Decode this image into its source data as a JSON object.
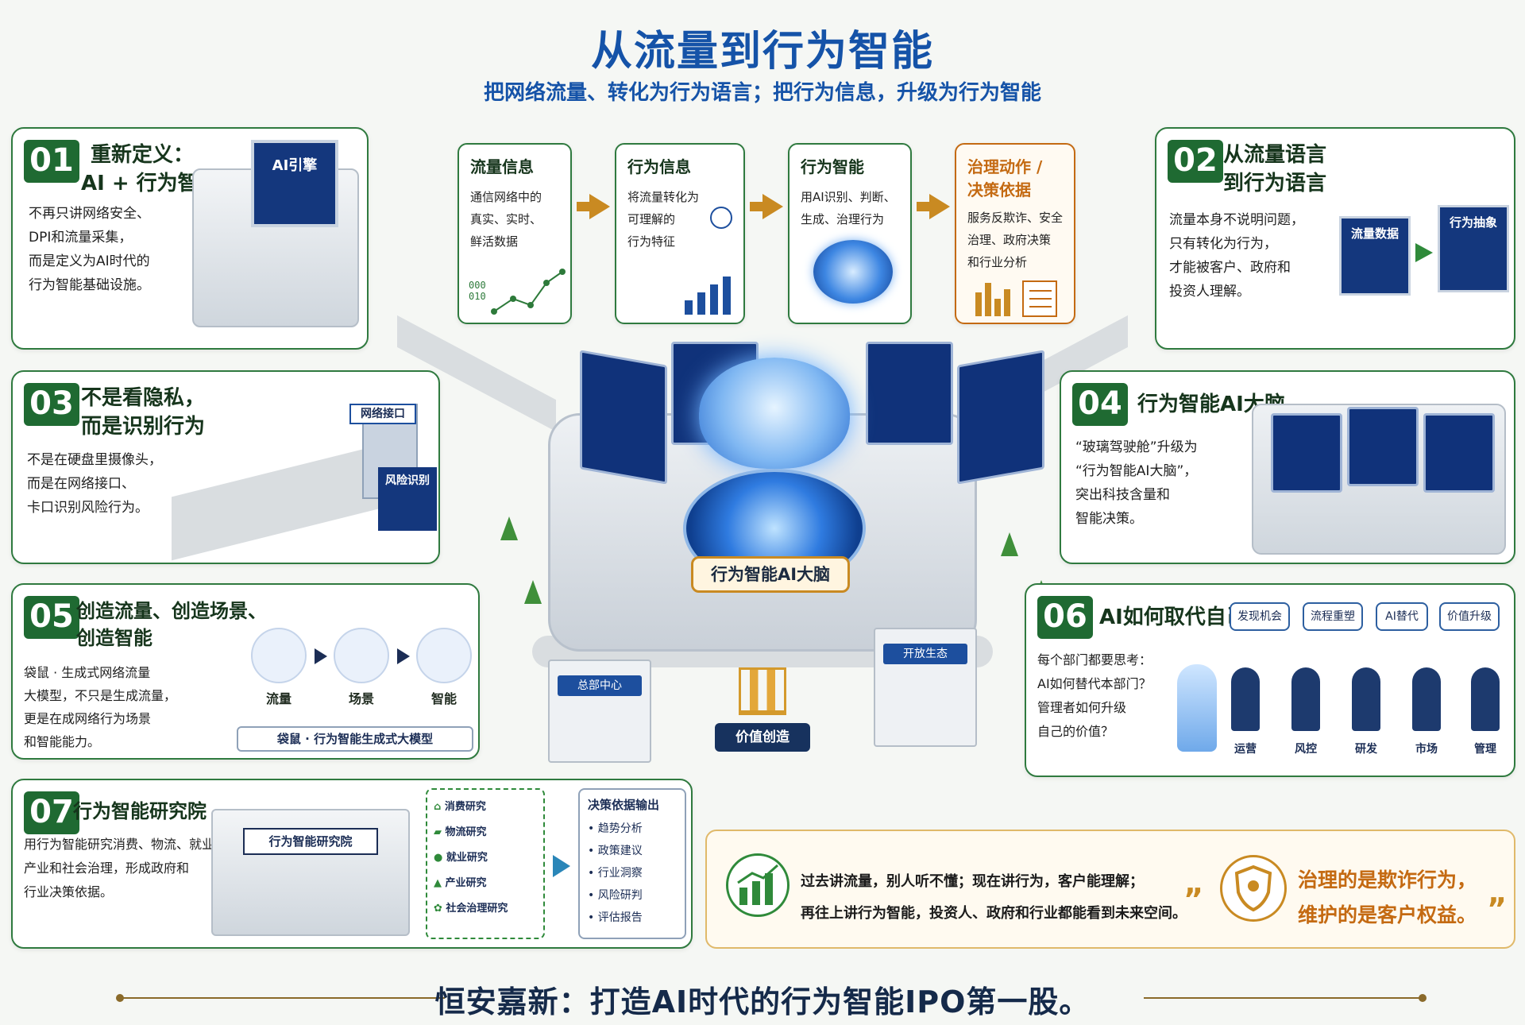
{
  "header": {
    "title": "从流量到行为智能",
    "subtitle": "把网络流量、转化为行为语言；把行为信息，升级为行为智能"
  },
  "p01": {
    "num": "01",
    "title_l1": "重新定义：",
    "title_l2": "AI + 行为智能",
    "desc": [
      "不再只讲网络安全、",
      "DPI和流量采集，",
      "而是定义为AI时代的",
      "行为智能基础设施。"
    ],
    "sign": "AI引擎"
  },
  "flow": [
    {
      "title": "流量信息",
      "desc": [
        "通信网络中的",
        "真实、实时、",
        "鲜活数据"
      ],
      "bits": [
        "000",
        "010"
      ]
    },
    {
      "title": "行为信息",
      "desc": [
        "将流量转化为",
        "可理解的",
        "行为特征"
      ]
    },
    {
      "title": "行为智能",
      "desc": [
        "用AI识别、判断、",
        "生成、治理行为"
      ]
    },
    {
      "title_l1": "治理动作 /",
      "title_l2": "决策依据",
      "desc": [
        "服务反欺诈、安全",
        "治理、政府决策",
        "和行业分析"
      ]
    }
  ],
  "p02": {
    "num": "02",
    "title_l1": "从流量语言",
    "title_l2": "到行为语言",
    "desc": [
      "流量本身不说明问题，",
      "只有转化为行为，",
      "才能被客户、政府和",
      "投资人理解。"
    ],
    "screen1": "流量数据",
    "screen2": "行为抽象"
  },
  "p03": {
    "num": "03",
    "title_l1": "不是看隐私，",
    "title_l2": "而是识别行为",
    "desc": [
      "不是在硬盘里摄像头，",
      "而是在网络接口、",
      "卡口识别风险行为。"
    ],
    "sign1": "网络接口",
    "sign2": "风险识别"
  },
  "p04": {
    "num": "04",
    "title": "行为智能AI大脑",
    "desc": [
      "“玻璃驾驶舱”升级为",
      "“行为智能AI大脑”，",
      "突出科技含量和",
      "智能决策。"
    ]
  },
  "center": {
    "label": "行为智能AI大脑",
    "left_building": "总部中心",
    "right_building": "开放生态",
    "value": "价值创造"
  },
  "p05": {
    "num": "05",
    "title_l1": "创造流量、创造场景、",
    "title_l2": "创造智能",
    "desc": [
      "袋鼠 · 生成式网络流量",
      "大模型，不只是生成流量，",
      "更是在成网络行为场景",
      "和智能能力。"
    ],
    "icons": [
      "流量",
      "场景",
      "智能"
    ],
    "banner": "袋鼠 · 行为智能生成式大模型"
  },
  "p06": {
    "num": "06",
    "title": "AI如何取代自己",
    "desc": [
      "每个部门都要思考：",
      "AI如何替代本部门？",
      "管理者如何升级",
      "自己的价值？"
    ],
    "steps": [
      "发现机会",
      "流程重塑",
      "AI替代",
      "价值升级"
    ],
    "roles": [
      "运营",
      "风控",
      "研发",
      "市场",
      "管理"
    ]
  },
  "p07": {
    "num": "07",
    "title": "行为智能研究院",
    "desc": [
      "用行为智能研究消费、物流、就业、",
      "产业和社会治理，形成政府和",
      "行业决策依据。"
    ],
    "building": "行为智能研究院",
    "research": [
      "消费研究",
      "物流研究",
      "就业研究",
      "产业研究",
      "社会治理研究"
    ],
    "output_title": "决策依据输出",
    "outputs": [
      "趋势分析",
      "政策建议",
      "行业洞察",
      "风险研判",
      "评估报告"
    ]
  },
  "quote": {
    "left_l1": "过去讲流量，别人听不懂；现在讲行为，客户能理解；",
    "left_l2": "再往上讲行为智能，投资人、政府和行业都能看到未来空间。",
    "right_l1": "治理的是欺诈行为，",
    "right_l2": "维护的是客户权益。",
    "quote_mark": "”"
  },
  "footer": {
    "text": "恒安嘉新：打造AI时代的行为智能IPO第一股。"
  },
  "colors": {
    "brand_blue": "#1553a8",
    "panel_green": "#1f6a32",
    "accent_gold": "#c98a22",
    "quote_orange": "#c46a12"
  }
}
